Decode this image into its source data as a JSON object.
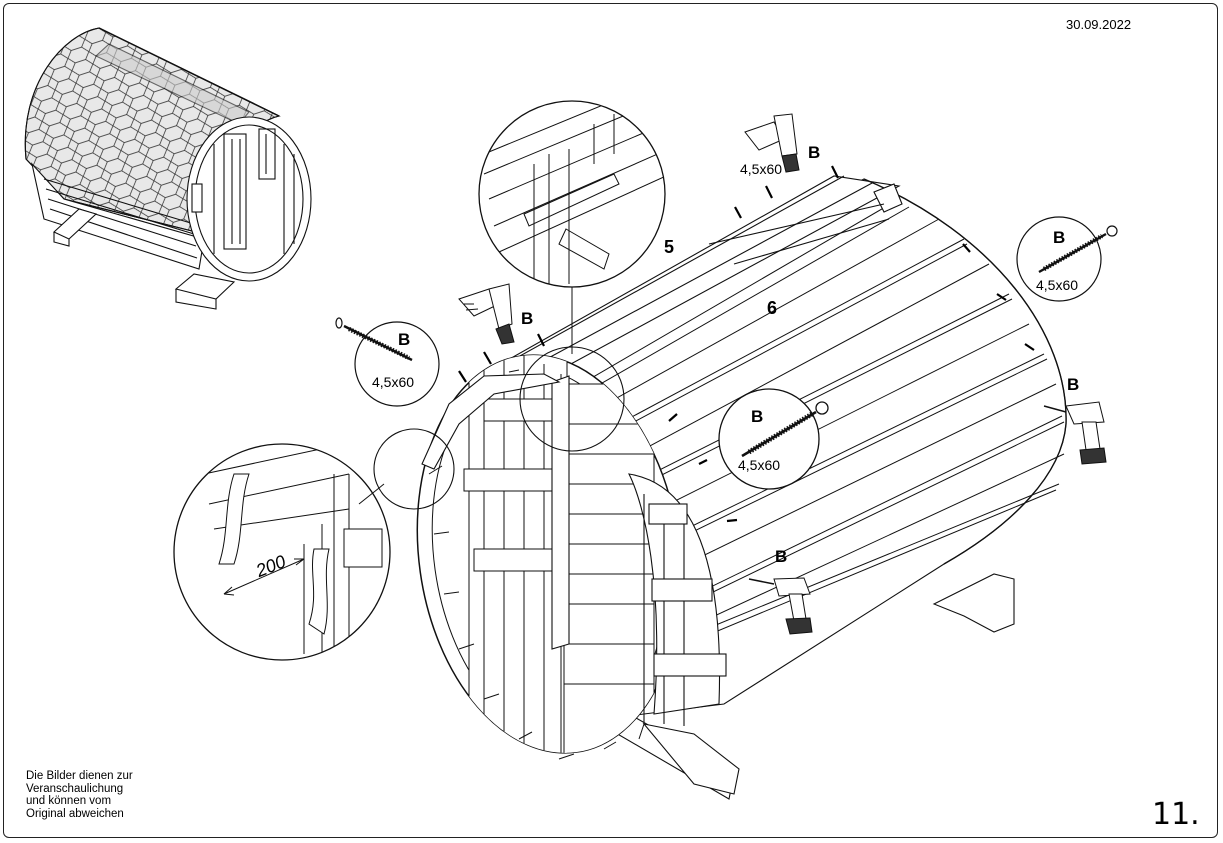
{
  "header": {
    "date": "30.09.2022"
  },
  "parts": {
    "part5": "5",
    "part6": "6"
  },
  "screws": {
    "screw_letter": "B",
    "screw_size": "4,5x60"
  },
  "detail": {
    "dimension": "200"
  },
  "footer": {
    "note_lines": [
      "Die Bilder dienen zur",
      "Veranschaulichung",
      "und können vom",
      "Original abweichen"
    ],
    "step_number": "11."
  }
}
